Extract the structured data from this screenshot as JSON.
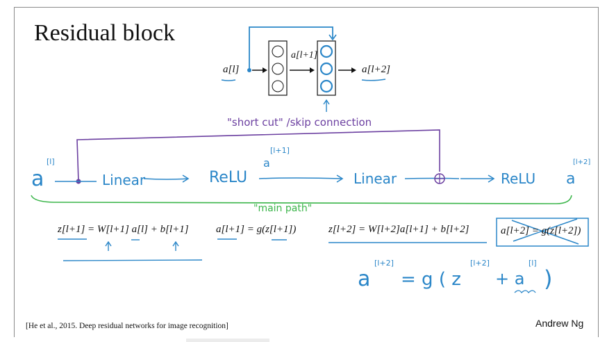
{
  "slide": {
    "title": "Residual block",
    "author": "Andrew Ng",
    "citation": "[He et al., 2015. Deep residual networks for image recognition]"
  },
  "diagram": {
    "input_label": "a[l]",
    "middle_label": "a[l+1]",
    "output_label": "a[l+2]"
  },
  "annotations": {
    "shortcut_note": "\"short cut\" /skip connection",
    "main_path_note": "\"main path\"",
    "chain": {
      "input": "a",
      "input_sup": "[l]",
      "step1": "Linear",
      "step2": "ReLU",
      "mid_a": "a",
      "mid_sup": "[l+1]",
      "step3": "Linear",
      "step4": "ReLU",
      "output": "a",
      "output_sup": "[l+2]"
    },
    "result": {
      "lhs": "a",
      "lhs_sup": "[l+2]",
      "rhs": "= g ( z",
      "rhs_sup1": "[l+2]",
      "plus": "+ a",
      "rhs_sup2": "[l]",
      "close": ")"
    }
  },
  "equations": {
    "eq1": "z[l+1] = W[l+1] a[l] + b[l+1]",
    "eq2": "a[l+1] = g(z[l+1])",
    "eq3": "z[l+2] = W[l+2]a[l+1] + b[l+2]",
    "eq4": "a[l+2] = g(z[l+2])"
  },
  "colors": {
    "ink_blue": "#2a86c8",
    "ink_purple": "#6b3fa0",
    "ink_green": "#3bb54a",
    "text": "#111111"
  }
}
